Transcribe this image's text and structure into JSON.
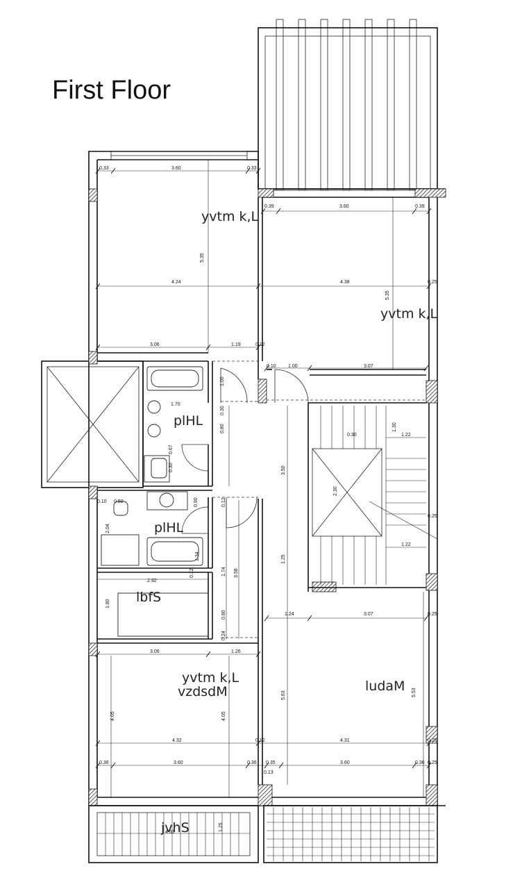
{
  "title": "First Floor",
  "rooms": {
    "bedroom_top_left": "yvtm  k,L",
    "bedroom_top_right": "yvtm  k,L",
    "bath_upper": "plHL",
    "bath_lower": "plHL",
    "kitchen": "lbfS",
    "bedroom_master_line1": "yvtm  k,L",
    "bedroom_master_line2": "vzdsdM",
    "living": "ludaM",
    "balcony": "jvhS"
  },
  "dims": {
    "d033a": "0.33",
    "d360a": "3.60",
    "d033b": "0.33",
    "d039a": "0.39",
    "d360b": "3.60",
    "d039b": "0.39",
    "d535a": "5.35",
    "d424": "4.24",
    "d438": "4.38",
    "d025a": "0.25",
    "d535b": "5.35",
    "d306a": "3.06",
    "d119": "1.19",
    "d012a": "0.12",
    "d010": "0.10",
    "d100a": "1.00",
    "d307a": "3.07",
    "d100b": "1.00",
    "d170": "1.70",
    "d030a": "0.30",
    "d080a": "0.80",
    "d350": "3.50",
    "d130": "1.30",
    "d122a": "1.22",
    "d030s": "0.30",
    "d067": "0.67",
    "d030b": "0.30",
    "d230": "2.30",
    "d025b": "0.25",
    "d010b": "0.10",
    "d050": "0.50",
    "d204": "2.04",
    "d090": "0.90",
    "d012b": "0.12",
    "d122b": "1.22",
    "d012c": "0.12",
    "d134": "1.34",
    "d174": "1.74",
    "d358": "3.58",
    "d125a": "1.25",
    "d292": "2.92",
    "d180": "1.80",
    "d080b": "0.80",
    "d124": "1.24",
    "d307b": "3.07",
    "d025c": "0.25",
    "d024": "0.24",
    "d306b": "3.06",
    "d126": "1.26",
    "d405a": "4.05",
    "d405b": "4.05",
    "d563": "5.63",
    "d553": "5.53",
    "d432": "4.32",
    "d012d": "0.12",
    "d431": "4.31",
    "d025d": "0.25",
    "d036a": "0.36",
    "d360c": "3.60",
    "d036b": "0.36",
    "d035": "0.35",
    "d360d": "3.60",
    "d036c": "0.36",
    "d025e": "0.25",
    "d013": "0.13",
    "d431b": "4.31",
    "d125b": "1.25"
  }
}
